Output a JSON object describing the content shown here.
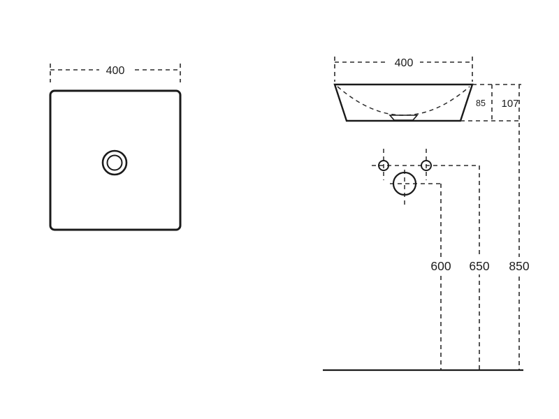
{
  "drawing": {
    "type": "technical-drawing",
    "subject": "square countertop washbasin dimensional drawing",
    "line_color": "#1a1a1a",
    "background": "#ffffff",
    "top_view": {
      "width_label": "400"
    },
    "front_view": {
      "width_label": "400",
      "bowl_depth_label": "85",
      "total_height_label": "107"
    },
    "installation_heights": {
      "spout_label": "600",
      "tap_holes_label": "650",
      "rim_label": "850"
    }
  }
}
